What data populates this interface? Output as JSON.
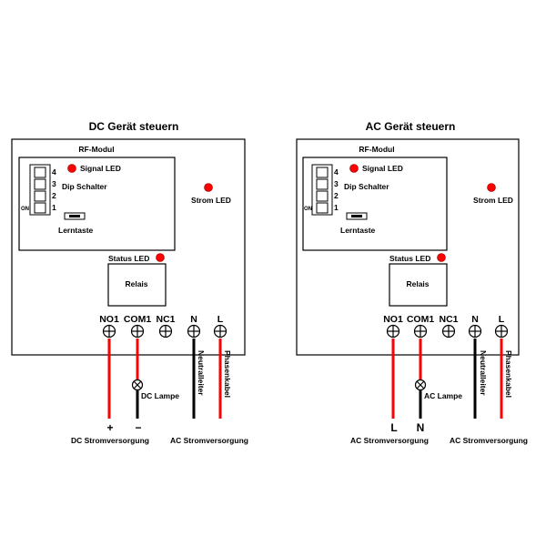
{
  "panels": [
    {
      "title": "DC Gerät steuern",
      "rf_module": "RF-Modul",
      "signal_led": "Signal LED",
      "dip_label": "Dip Schalter",
      "dip_numbers": [
        "4",
        "3",
        "2",
        "1"
      ],
      "on_label": "ON",
      "learn_label": "Lerntaste",
      "power_led": "Strom LED",
      "status_led": "Status LED",
      "relay": "Relais",
      "terminals": [
        "NO1",
        "COM1",
        "NC1",
        "N",
        "L"
      ],
      "neutral_label": "Neutralleiter",
      "phase_label": "Phasenkabel",
      "lamp_label": "DC Lampe",
      "wire_mark_left": "+",
      "wire_mark_right": "−",
      "supply_left": "DC Stromversorgung",
      "supply_right": "AC Stromversorgung"
    },
    {
      "title": "AC Gerät steuern",
      "rf_module": "RF-Modul",
      "signal_led": "Signal LED",
      "dip_label": "Dip Schalter",
      "dip_numbers": [
        "4",
        "3",
        "2",
        "1"
      ],
      "on_label": "ON",
      "learn_label": "Lerntaste",
      "power_led": "Strom LED",
      "status_led": "Status LED",
      "relay": "Relais",
      "terminals": [
        "NO1",
        "COM1",
        "NC1",
        "N",
        "L"
      ],
      "neutral_label": "Neutralleiter",
      "phase_label": "Phasenkabel",
      "lamp_label": "AC Lampe",
      "wire_mark_left": "L",
      "wire_mark_right": "N",
      "supply_left": "AC Stromversorgung",
      "supply_right": "AC Stromversorgung"
    }
  ],
  "colors": {
    "led": "#ff0000",
    "wire_red": "#ff0000",
    "wire_black": "#000000"
  }
}
